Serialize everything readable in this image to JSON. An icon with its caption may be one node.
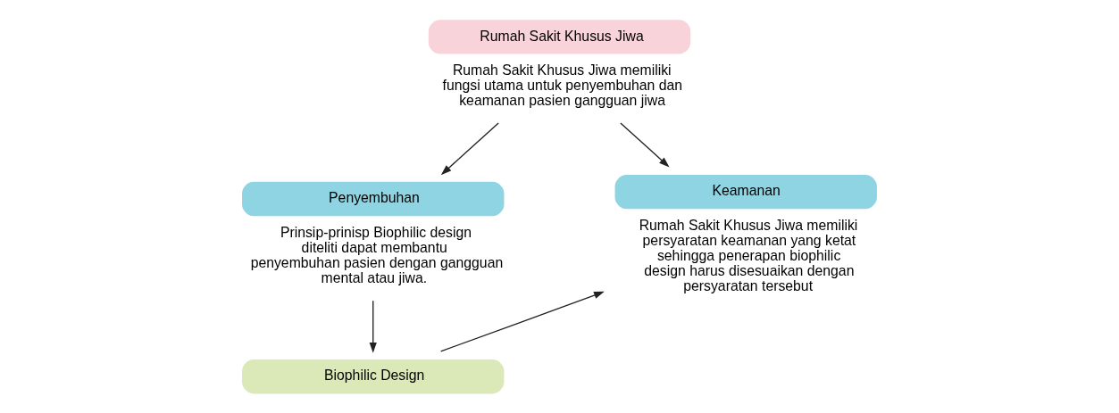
{
  "diagram": {
    "nodes": [
      {
        "text": [
          "Rumah Sakit Khusus Jiwa"
        ],
        "beside": [
          "Rumah Sakit Khusus Jiwa memiliki fungsi utama untuk penyembuhan dan keamanan pasien gangguan jiwa"
        ]
      },
      {
        "text": [
          "Penyembuhan"
        ],
        "beside": [
          "Prinsip-prinisp Biophilic design diteliti dapat membantu penyembuhan pasien dengan gangguan mental atau jiwa."
        ]
      },
      {
        "text": [
          "Keamanan"
        ],
        "beside": [
          "Rumah Sakit Khusus Jiwa memiliki persyaratan keamanan yang ketat sehingga penerapan biophilic design harus disesuaikan dengan persyaratan tersebut"
        ]
      },
      {
        "text": [
          "Biophilic Design"
        ]
      }
    ],
    "edges": [
      {
        "from": 0,
        "to": 1,
        "arrow": "to"
      },
      {
        "from": 0,
        "to": 2,
        "arrow": "to"
      },
      {
        "from": 1,
        "to": 3,
        "arrow": "to"
      },
      {
        "from": 3,
        "to": 2,
        "arrow": "to"
      }
    ]
  }
}
